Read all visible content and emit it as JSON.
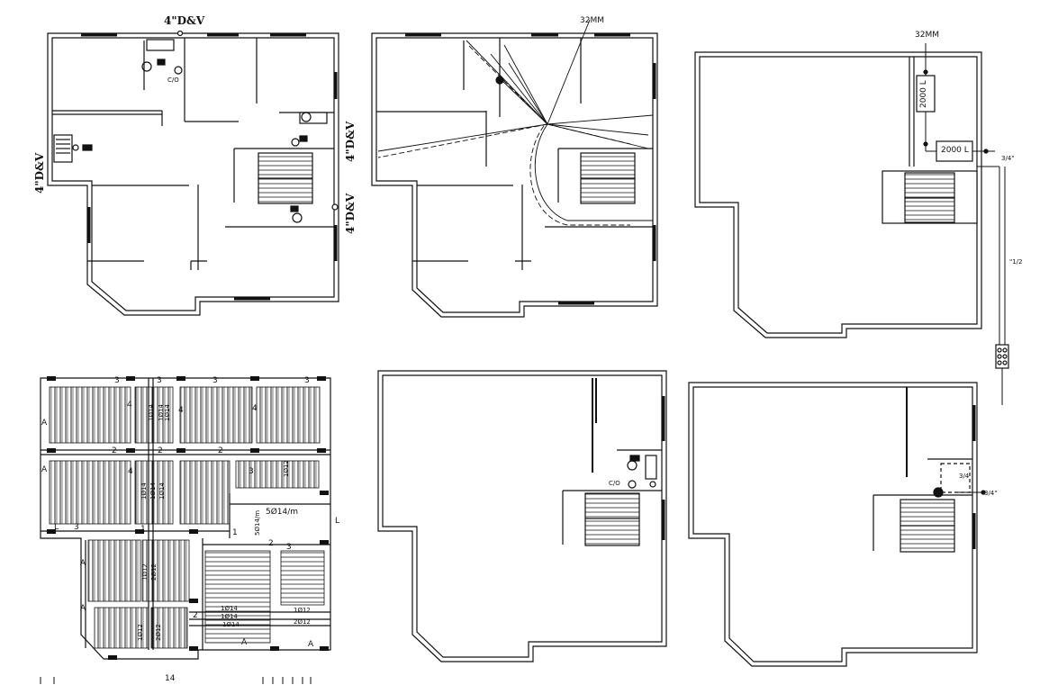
{
  "drawing": {
    "plan_ground_drainage": {
      "title_label": "4\"D&V",
      "side_label_left": "4\"D&V",
      "side_label_right_top": "4\"D&V",
      "side_label_right_bottom": "4\"D&V",
      "cleanout_label": "C/O"
    },
    "plan_ground_water": {
      "pipe_label": "32MM"
    },
    "plan_roof_tanks": {
      "pipe_label": "32MM",
      "tank_upper": "2000 L",
      "tank_lower": "2000 L",
      "branch_label": "3/4\"",
      "riser_label": "\"1/2"
    },
    "plan_slab": {
      "span_labels": [
        "3",
        "3",
        "3",
        "3",
        "2",
        "2",
        "2",
        "3",
        "1",
        "1",
        "3",
        "2",
        "2",
        "3"
      ],
      "direction_labels": [
        "4",
        "4",
        "4",
        "4"
      ],
      "axis_labels": [
        "A",
        "A",
        "A",
        "A",
        "A",
        "A"
      ],
      "bar_labels": [
        "1Ø14",
        "1Ø14",
        "1Ø14",
        "1Ø14",
        "1Ø14",
        "1Ø14",
        "1Ø12",
        "1Ø12",
        "2Ø12",
        "1Ø14",
        "1Ø14",
        "1Ø14",
        "1Ø12",
        "2Ø12",
        "1Ø12",
        "2Ø12"
      ],
      "mesh_label": "5Ø14/m",
      "mesh_label_vert": "5Ø14/m",
      "corner_label": "L",
      "corner_label2": "L",
      "beam_label": "14"
    },
    "plan_first_floor": {
      "cleanout_label": "C/O"
    },
    "plan_first_water": {
      "branch_label": "3/4\"",
      "branch_label2": "3/4"
    }
  }
}
